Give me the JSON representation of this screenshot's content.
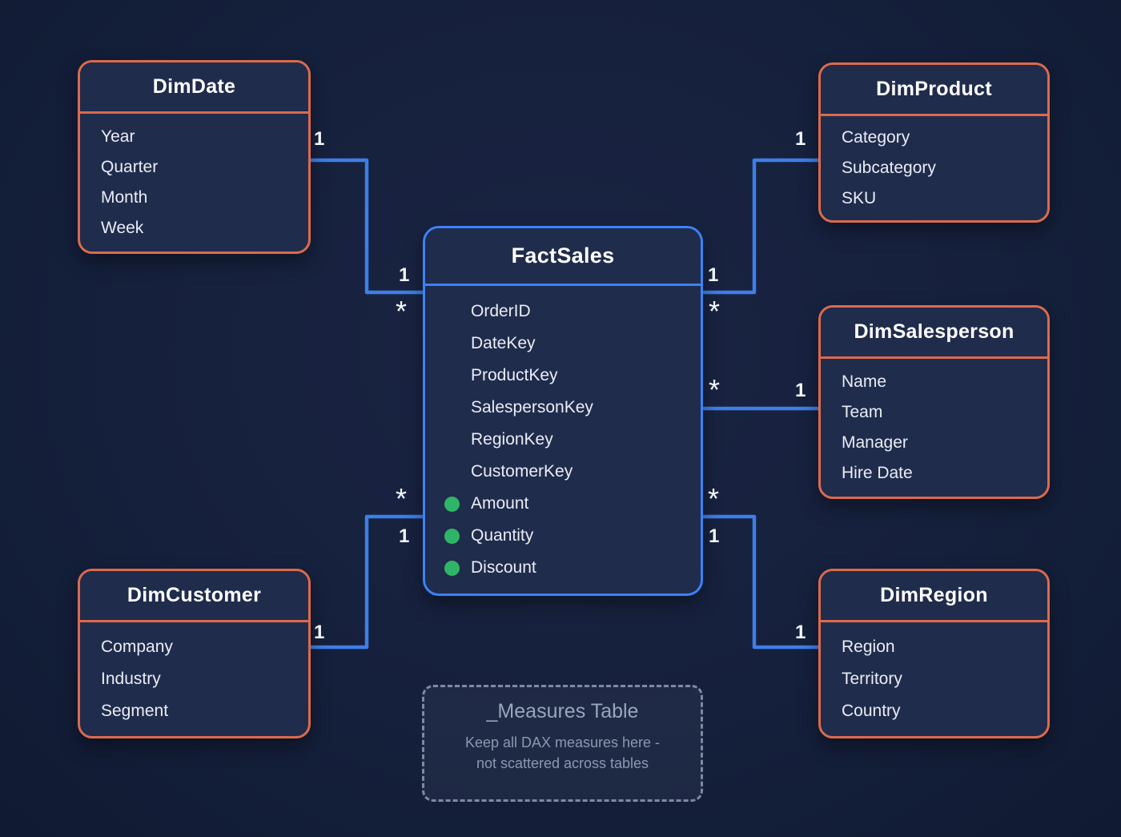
{
  "colors": {
    "background": "#15203c",
    "table_fill": "#202c4c",
    "dimension_border": "#dd6a4c",
    "fact_border": "#3b82f6",
    "connector": "#3e7ee6",
    "measure_dot": "#2fb567",
    "field_text": "#e9edf5",
    "note_text": "#97a2b8"
  },
  "symbols": {
    "one": "1",
    "many": "*"
  },
  "tables": {
    "dimdate": {
      "title": "DimDate",
      "fields": [
        "Year",
        "Quarter",
        "Month",
        "Week"
      ]
    },
    "dimproduct": {
      "title": "DimProduct",
      "fields": [
        "Category",
        "Subcategory",
        "SKU"
      ]
    },
    "dimsalesperson": {
      "title": "DimSalesperson",
      "fields": [
        "Name",
        "Team",
        "Manager",
        "Hire Date"
      ]
    },
    "dimcustomer": {
      "title": "DimCustomer",
      "fields": [
        "Company",
        "Industry",
        "Segment"
      ]
    },
    "dimregion": {
      "title": "DimRegion",
      "fields": [
        "Region",
        "Territory",
        "Country"
      ]
    },
    "factsales": {
      "title": "FactSales",
      "fields": [
        "OrderID",
        "DateKey",
        "ProductKey",
        "SalespersonKey",
        "RegionKey",
        "CustomerKey"
      ],
      "measures": [
        "Amount",
        "Quantity",
        "Discount"
      ]
    }
  },
  "relationships": [
    {
      "from": "DimDate",
      "to": "FactSales",
      "cardinality": "1-to-*"
    },
    {
      "from": "DimProduct",
      "to": "FactSales",
      "cardinality": "1-to-*"
    },
    {
      "from": "DimSalesperson",
      "to": "FactSales",
      "cardinality": "1-to-*"
    },
    {
      "from": "DimCustomer",
      "to": "FactSales",
      "cardinality": "1-to-*"
    },
    {
      "from": "DimRegion",
      "to": "FactSales",
      "cardinality": "1-to-*"
    }
  ],
  "measures_note": {
    "title": "_Measures Table",
    "line1": "Keep all DAX measures here -",
    "line2": "not scattered across tables"
  }
}
